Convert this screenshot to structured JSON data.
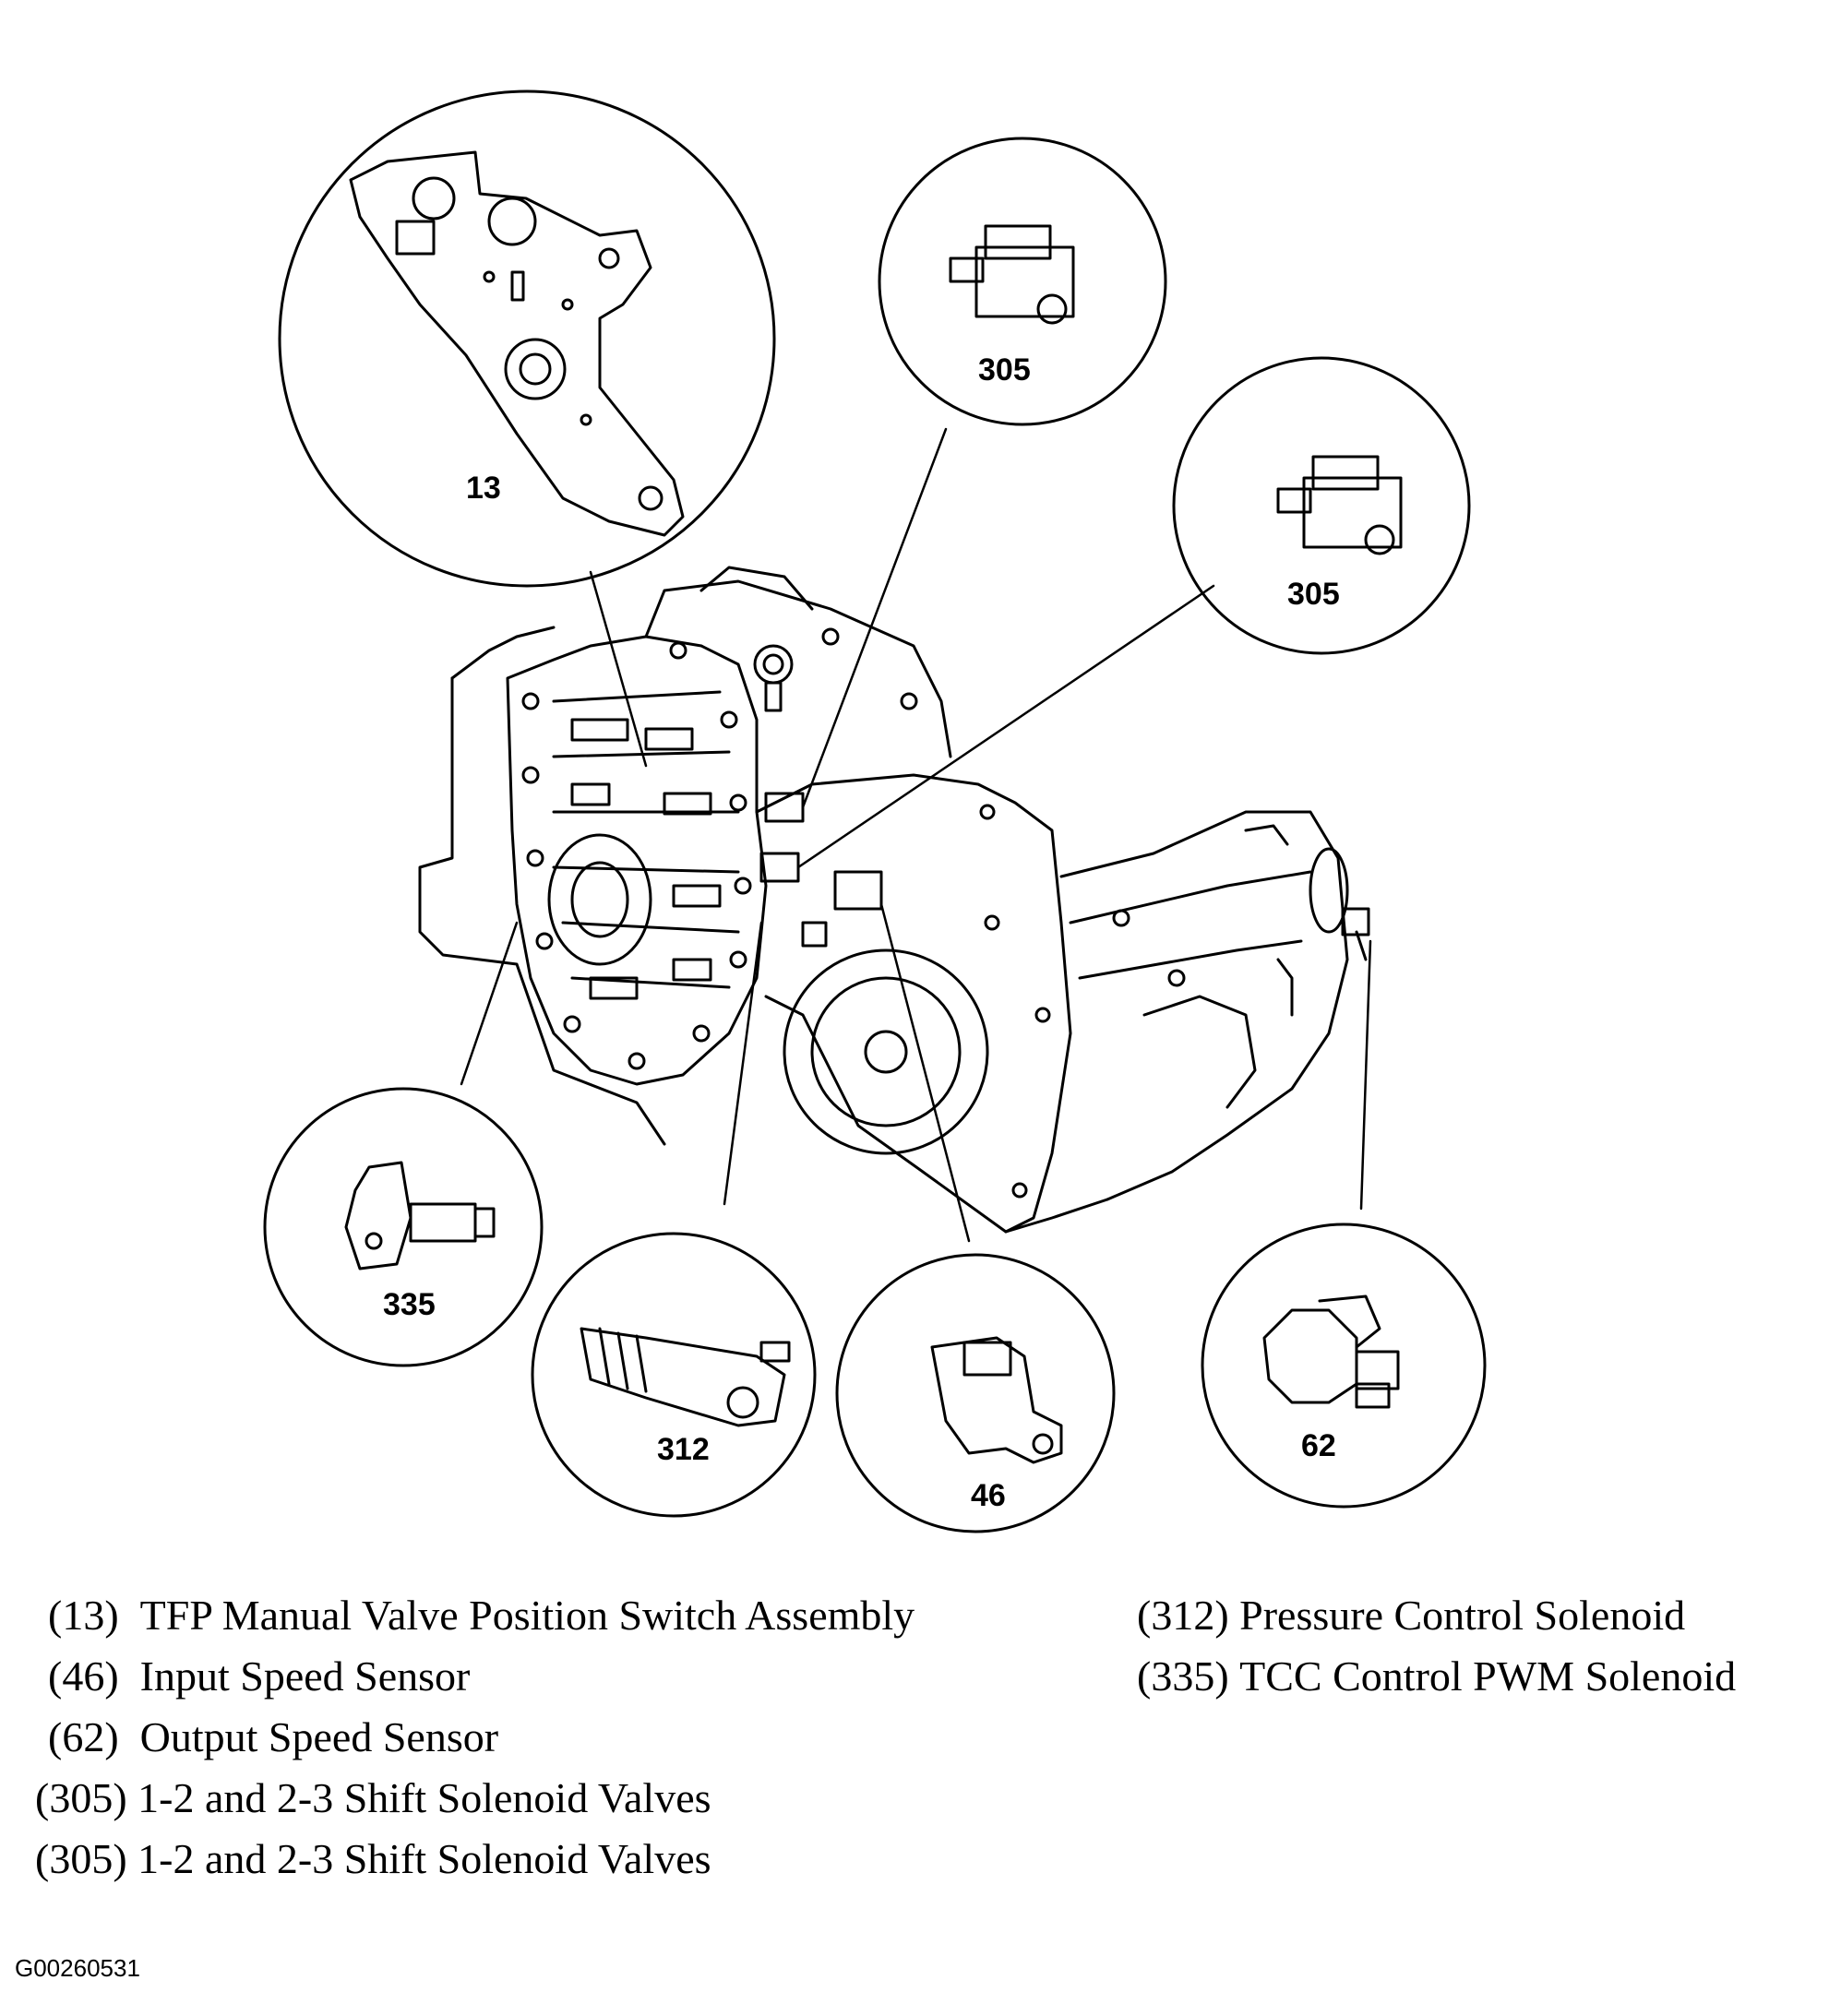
{
  "callouts": {
    "c13": "13",
    "c305a": "305",
    "c305b": "305",
    "c335": "335",
    "c312": "312",
    "c46": "46",
    "c62": "62"
  },
  "legend": {
    "left": [
      {
        "code": "(13)",
        "text": "TFP Manual Valve Position Switch Assembly"
      },
      {
        "code": "(46)",
        "text": "Input Speed Sensor"
      },
      {
        "code": "(62)",
        "text": "Output Speed Sensor"
      },
      {
        "code": "(305)",
        "text": "1-2 and 2-3 Shift Solenoid Valves"
      },
      {
        "code": "(305)",
        "text": "1-2 and 2-3 Shift Solenoid Valves"
      }
    ],
    "right": [
      {
        "code": "(312)",
        "text": "Pressure Control Solenoid"
      },
      {
        "code": "(335)",
        "text": "TCC Control PWM Solenoid"
      }
    ]
  },
  "figure_code": "G00260531"
}
